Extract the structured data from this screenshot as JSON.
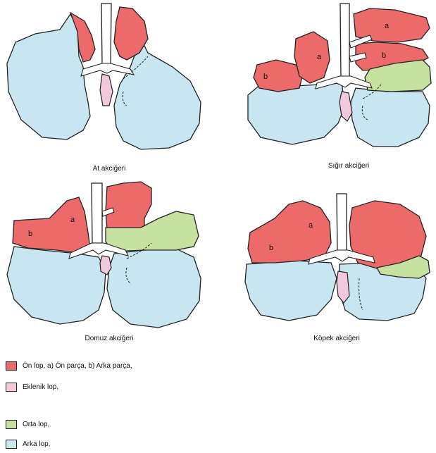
{
  "colors": {
    "on_lop": "#ec6a6a",
    "eklenik_lop": "#f2c8dc",
    "orta_lop": "#c7e1a1",
    "arka_lop": "#c8e6f1",
    "outline": "#222222"
  },
  "panels": [
    {
      "caption": "At akciğeri",
      "labels": []
    },
    {
      "caption": "Sığır akciğeri",
      "labels": [
        "a",
        "a",
        "b",
        "b"
      ]
    },
    {
      "caption": "Domuz akciğeri",
      "labels": [
        "a",
        "b"
      ]
    },
    {
      "caption": "Köpek akciğeri",
      "labels": [
        "a",
        "b"
      ]
    }
  ],
  "legend": [
    {
      "label": "Ön lop, a) Ön parça, b) Arka parça,",
      "color_key": "on_lop"
    },
    {
      "label": "Eklenik lop,",
      "color_key": "eklenik_lop"
    },
    {
      "label": "Orta lop,",
      "color_key": "orta_lop"
    },
    {
      "label": "Arka lop,",
      "color_key": "arka_lop"
    }
  ]
}
